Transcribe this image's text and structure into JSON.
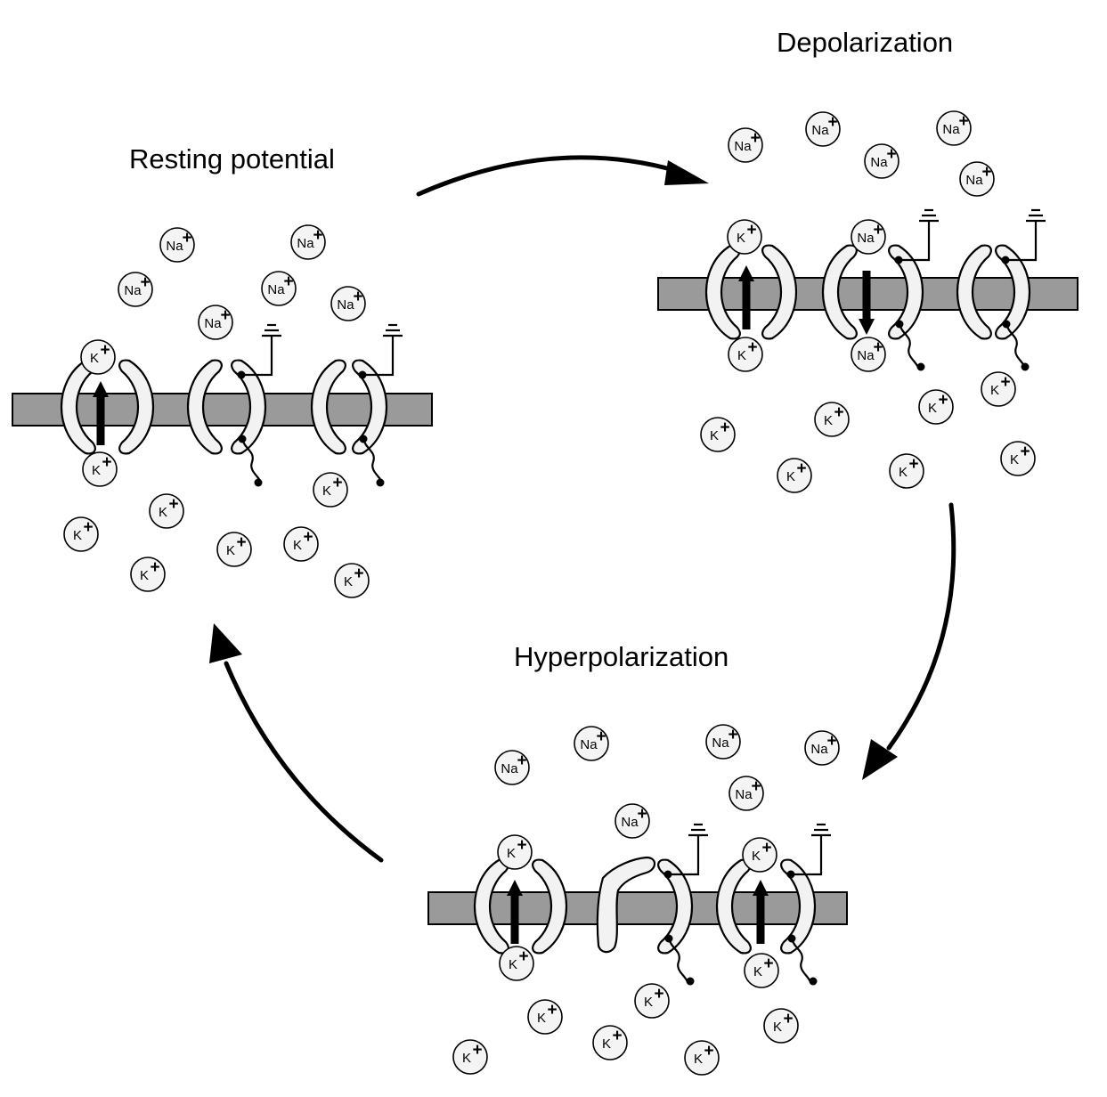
{
  "stages": {
    "resting": {
      "title": "Resting potential"
    },
    "depolarization": {
      "title": "Depolarization"
    },
    "hyperpolarization": {
      "title": "Hyperpolarization"
    }
  },
  "ions": {
    "sodium": "Na",
    "potassium": "K",
    "charge": "+"
  },
  "colors": {
    "membrane": "#9a9a9a",
    "channel": "#f2f2f2",
    "ion": "#f4f4f4",
    "ink": "#000000"
  }
}
